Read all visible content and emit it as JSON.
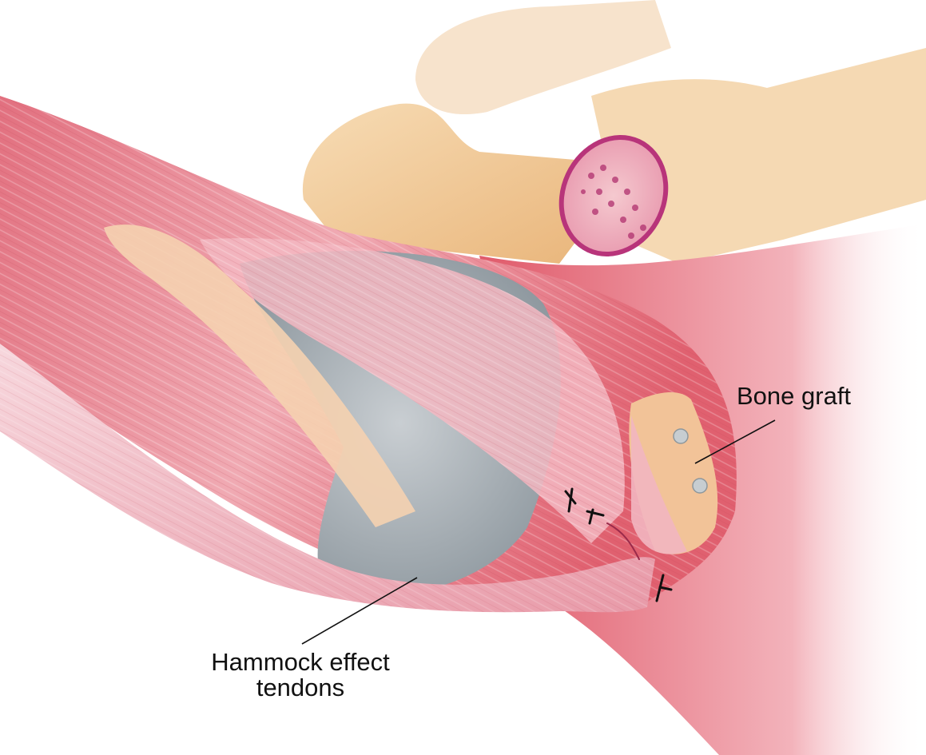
{
  "figure": {
    "type": "anatomical illustration",
    "subject": "shoulder stabilization with bone graft and tendon hammock",
    "labels": {
      "bone_graft": "Bone graft",
      "hammock_line1": "Hammock effect",
      "hammock_line2": "tendons"
    },
    "colors": {
      "background": "#ffffff",
      "muscle": "#e88a96",
      "muscle_dark": "#d95a6c",
      "tendon": "#f2c6cf",
      "bone": "#f0c58c",
      "bone_light": "#f7ddb8",
      "humeral_head": "#9aa3aa",
      "marrow": "#c2357f",
      "leader_line": "#111111",
      "text": "#111111"
    },
    "annotations": [
      {
        "text": "Bone graft",
        "points_to": "graft with two screws on glenoid"
      },
      {
        "text": "Hammock effect tendons",
        "points_to": "tendon sling under humeral head"
      }
    ]
  }
}
